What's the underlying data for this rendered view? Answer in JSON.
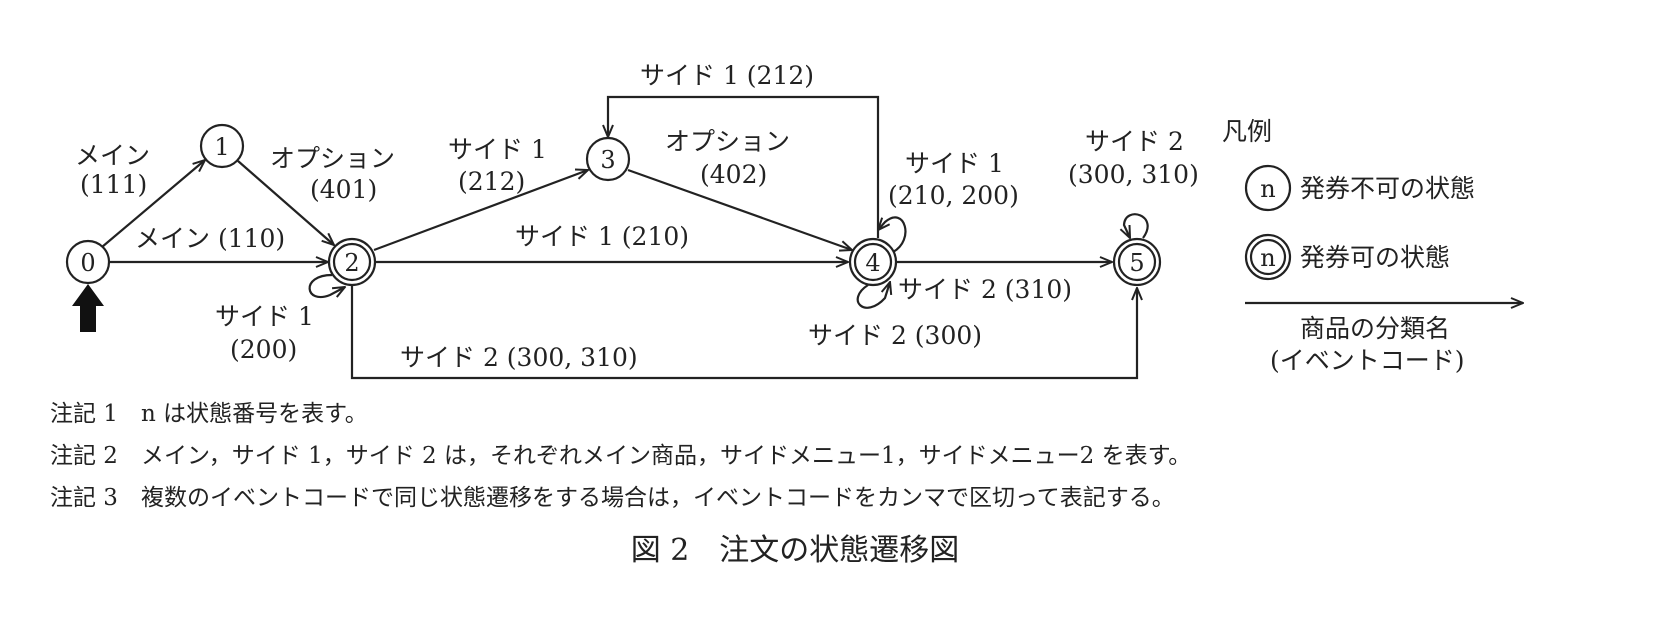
{
  "states": [
    {
      "id": "0",
      "accepting": false
    },
    {
      "id": "1",
      "accepting": false
    },
    {
      "id": "2",
      "accepting": true
    },
    {
      "id": "3",
      "accepting": false
    },
    {
      "id": "4",
      "accepting": true
    },
    {
      "id": "5",
      "accepting": true
    }
  ],
  "edges": {
    "e01": {
      "name": "メイン",
      "code": "(111)"
    },
    "e02": "メイン (110)",
    "e12": {
      "name": "オプション",
      "code": "(401)"
    },
    "e22": {
      "name": "サイド 1",
      "code": "(200)"
    },
    "e23": {
      "name": "サイド 1",
      "code": "(212)"
    },
    "e24": "サイド 1 (210)",
    "e25": "サイド 2 (300, 310)",
    "e34": {
      "name": "オプション",
      "code": "(402)"
    },
    "e43": "サイド 1 (212)",
    "e44a": {
      "name": "サイド 1",
      "code": "(210, 200)"
    },
    "e44b": "サイド 2 (300)",
    "e45": "サイド 2 (310)",
    "e55": {
      "name": "サイド 2",
      "code": "(300, 310)"
    }
  },
  "legend": {
    "title": "凡例",
    "node_symbol": "n",
    "non_issuable": "発券不可の状態",
    "issuable": "発券可の状態",
    "arrow_label1": "商品の分類名",
    "arrow_label2": "(イベントコード)"
  },
  "notes": [
    "注記 1　n は状態番号を表す。",
    "注記 2　メイン，サイド 1，サイド 2 は，それぞれメイン商品，サイドメニュー1，サイドメニュー2 を表す。",
    "注記 3　複数のイベントコードで同じ状態遷移をする場合は，イベントコードをカンマで区切って表記する。"
  ],
  "caption": "図 2　注文の状態遷移図"
}
